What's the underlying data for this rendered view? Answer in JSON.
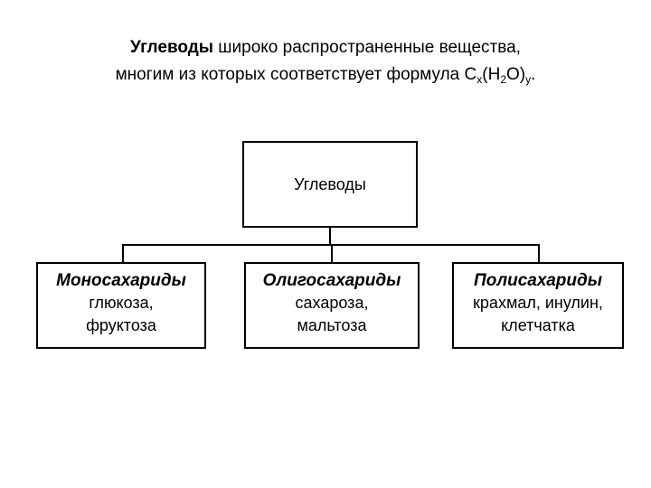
{
  "caption": {
    "bold": "Углеводы",
    "line1_rest": " широко распространенные вещества,",
    "line2_text": "многим из которых соответствует формула C",
    "sub_x": "x",
    "paren_open": "(H",
    "sub_2": "2",
    "paren_close": "O)",
    "sub_y": "y",
    "end": "."
  },
  "root": {
    "label": "Углеводы"
  },
  "children": [
    {
      "title": "Моносахариды",
      "line1": "глюкоза,",
      "line2": "фруктоза"
    },
    {
      "title": "Олигосахариды",
      "line1": "сахароза,",
      "line2": "мальтоза"
    },
    {
      "title": "Полисахариды",
      "line1": "крахмал, инулин,",
      "line2": "клетчатка"
    }
  ]
}
